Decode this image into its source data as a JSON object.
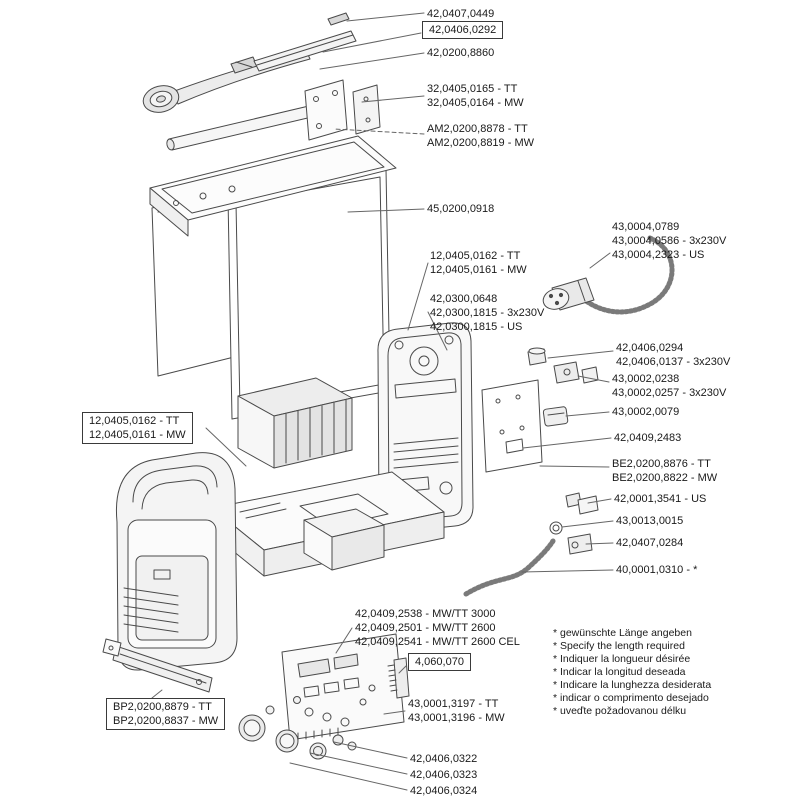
{
  "diagram": {
    "type": "exploded-parts-diagram",
    "labels": [
      {
        "text": "42,0407,0449"
      },
      {
        "text": "42,0406,0292"
      },
      {
        "text": "42,0200,8860"
      },
      {
        "text": "32,0405,0165 - TT"
      },
      {
        "text": "32,0405,0164 - MW"
      },
      {
        "text": "AM2,0200,8878 - TT"
      },
      {
        "text": "AM2,0200,8819 - MW"
      },
      {
        "text": "45,0200,0918"
      },
      {
        "text": "43,0004,0789"
      },
      {
        "text": "43,0004,0586 - 3x230V"
      },
      {
        "text": "43,0004,2323 - US"
      },
      {
        "text": "12,0405,0162 - TT"
      },
      {
        "text": "12,0405,0161 - MW"
      },
      {
        "text": "42,0300,0648"
      },
      {
        "text": "42,0300,1815 - 3x230V"
      },
      {
        "text": "42,0300,1815 - US"
      },
      {
        "text": "42,0406,0294"
      },
      {
        "text": "42,0406,0137 - 3x230V"
      },
      {
        "text": "43,0002,0238"
      },
      {
        "text": "43,0002,0257 - 3x230V"
      },
      {
        "text": "43,0002,0079"
      },
      {
        "text": "42,0409,2483"
      },
      {
        "text": "BE2,0200,8876 - TT"
      },
      {
        "text": "BE2,0200,8822 - MW"
      },
      {
        "text": "42,0001,3541 - US"
      },
      {
        "text": "43,0013,0015"
      },
      {
        "text": "42,0407,0284"
      },
      {
        "text": "40,0001,0310 - *"
      },
      {
        "text": "12,0405,0162 - TT"
      },
      {
        "text": "12,0405,0161 - MW"
      },
      {
        "text": "42,0409,2538 - MW/TT 3000"
      },
      {
        "text": "42,0409,2501 - MW/TT 2600"
      },
      {
        "text": "42,0409,2541 - MW/TT 2600 CEL"
      },
      {
        "text": "4,060,070"
      },
      {
        "text": "43,0001,3197 - TT"
      },
      {
        "text": "43,0001,3196 - MW"
      },
      {
        "text": "BP2,0200,8879 - TT"
      },
      {
        "text": "BP2,0200,8837 - MW"
      },
      {
        "text": "42,0406,0322"
      },
      {
        "text": "42,0406,0323"
      },
      {
        "text": "42,0406,0324"
      }
    ],
    "footnotes": [
      "* gewünschte Länge angeben",
      "* Specify the length required",
      "* Indiquer la longueur désirée",
      "* Indicar la longitud deseada",
      "* Indicare la lunghezza desiderata",
      "* indicar o comprimento desejado",
      "* uveďte požadovanou délku"
    ]
  },
  "colors": {
    "line": "#4a4a4a",
    "text": "#1a1a1a",
    "background": "#ffffff"
  }
}
